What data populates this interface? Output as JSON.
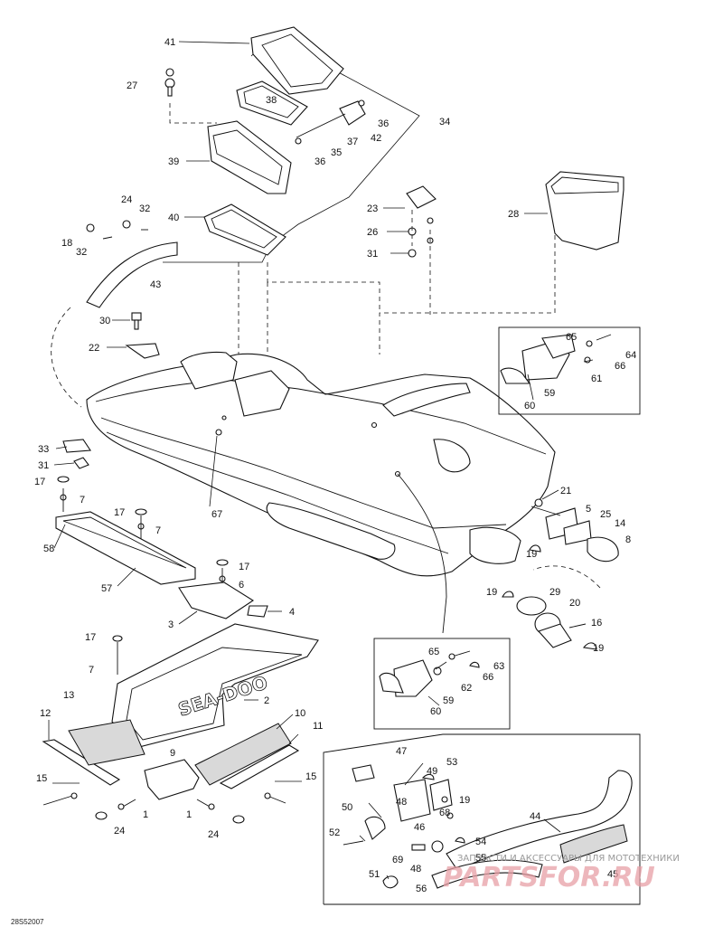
{
  "callouts": [
    {
      "id": "c41",
      "text": "41"
    },
    {
      "id": "c27",
      "text": "27"
    },
    {
      "id": "c38",
      "text": "38"
    },
    {
      "id": "c36a",
      "text": "36"
    },
    {
      "id": "c42",
      "text": "42"
    },
    {
      "id": "c37",
      "text": "37"
    },
    {
      "id": "c35",
      "text": "35"
    },
    {
      "id": "c36b",
      "text": "36"
    },
    {
      "id": "c34",
      "text": "34"
    },
    {
      "id": "c39",
      "text": "39"
    },
    {
      "id": "c24a",
      "text": "24"
    },
    {
      "id": "c32a",
      "text": "32"
    },
    {
      "id": "c18",
      "text": "18"
    },
    {
      "id": "c32b",
      "text": "32"
    },
    {
      "id": "c40",
      "text": "40"
    },
    {
      "id": "c23",
      "text": "23"
    },
    {
      "id": "c26",
      "text": "26"
    },
    {
      "id": "c31a",
      "text": "31"
    },
    {
      "id": "c28",
      "text": "28"
    },
    {
      "id": "c43",
      "text": "43"
    },
    {
      "id": "c30",
      "text": "30"
    },
    {
      "id": "c22",
      "text": "22"
    },
    {
      "id": "c65a",
      "text": "65"
    },
    {
      "id": "c64",
      "text": "64"
    },
    {
      "id": "c66a",
      "text": "66"
    },
    {
      "id": "c61",
      "text": "61"
    },
    {
      "id": "c59a",
      "text": "59"
    },
    {
      "id": "c60a",
      "text": "60"
    },
    {
      "id": "c33",
      "text": "33"
    },
    {
      "id": "c31b",
      "text": "31"
    },
    {
      "id": "c17a",
      "text": "17"
    },
    {
      "id": "c7a",
      "text": "7"
    },
    {
      "id": "c67",
      "text": "67"
    },
    {
      "id": "c21",
      "text": "21"
    },
    {
      "id": "c5",
      "text": "5"
    },
    {
      "id": "c25",
      "text": "25"
    },
    {
      "id": "c14",
      "text": "14"
    },
    {
      "id": "c8",
      "text": "8"
    },
    {
      "id": "c19a",
      "text": "19"
    },
    {
      "id": "c17b",
      "text": "17"
    },
    {
      "id": "c7b",
      "text": "7"
    },
    {
      "id": "c58",
      "text": "58"
    },
    {
      "id": "c17c",
      "text": "17"
    },
    {
      "id": "c6",
      "text": "6"
    },
    {
      "id": "c57",
      "text": "57"
    },
    {
      "id": "c4",
      "text": "4"
    },
    {
      "id": "c3",
      "text": "3"
    },
    {
      "id": "c19b",
      "text": "19"
    },
    {
      "id": "c29",
      "text": "29"
    },
    {
      "id": "c20",
      "text": "20"
    },
    {
      "id": "c16",
      "text": "16"
    },
    {
      "id": "c19c",
      "text": "19"
    },
    {
      "id": "c17d",
      "text": "17"
    },
    {
      "id": "c7c",
      "text": "7"
    },
    {
      "id": "c13",
      "text": "13"
    },
    {
      "id": "c2",
      "text": "2"
    },
    {
      "id": "c65b",
      "text": "65"
    },
    {
      "id": "c63",
      "text": "63"
    },
    {
      "id": "c66b",
      "text": "66"
    },
    {
      "id": "c62",
      "text": "62"
    },
    {
      "id": "c59b",
      "text": "59"
    },
    {
      "id": "c60b",
      "text": "60"
    },
    {
      "id": "c12",
      "text": "12"
    },
    {
      "id": "c10",
      "text": "10"
    },
    {
      "id": "c11",
      "text": "11"
    },
    {
      "id": "c9",
      "text": "9"
    },
    {
      "id": "c15a",
      "text": "15"
    },
    {
      "id": "c15b",
      "text": "15"
    },
    {
      "id": "c1a",
      "text": "1"
    },
    {
      "id": "c1b",
      "text": "1"
    },
    {
      "id": "c24b",
      "text": "24"
    },
    {
      "id": "c24c",
      "text": "24"
    },
    {
      "id": "c47",
      "text": "47"
    },
    {
      "id": "c53",
      "text": "53"
    },
    {
      "id": "c49",
      "text": "49"
    },
    {
      "id": "c19d",
      "text": "19"
    },
    {
      "id": "c50",
      "text": "50"
    },
    {
      "id": "c48a",
      "text": "48"
    },
    {
      "id": "c46",
      "text": "46"
    },
    {
      "id": "c68",
      "text": "68"
    },
    {
      "id": "c44",
      "text": "44"
    },
    {
      "id": "c52",
      "text": "52"
    },
    {
      "id": "c54",
      "text": "54"
    },
    {
      "id": "c69",
      "text": "69"
    },
    {
      "id": "c55",
      "text": "55"
    },
    {
      "id": "c48b",
      "text": "48"
    },
    {
      "id": "c45",
      "text": "45"
    },
    {
      "id": "c51",
      "text": "51"
    },
    {
      "id": "c56",
      "text": "56"
    }
  ],
  "ride_plate_lettering": "SEA-DOO",
  "watermark": {
    "logo": "PARTSFOR.RU",
    "tagline": "ЗАПЧАСТИ И АКСЕССУАРЫ ДЛЯ МОТОТЕХНИКИ"
  },
  "figure_ref": "28S52007"
}
